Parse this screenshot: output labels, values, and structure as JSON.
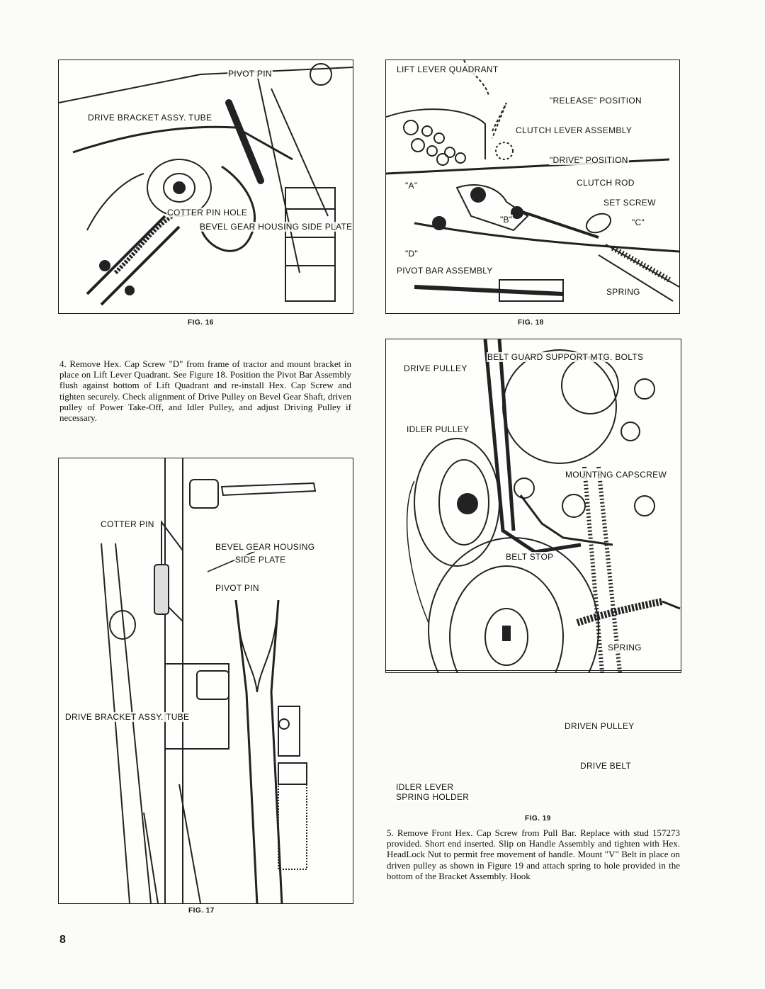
{
  "figures": {
    "fig16": {
      "caption": "FIG. 16",
      "labels": {
        "pivot_pin": "PIVOT PIN",
        "drive_bracket": "DRIVE BRACKET ASSY. TUBE",
        "cotter_pin_hole": "COTTER PIN HOLE",
        "bevel_gear": "BEVEL GEAR HOUSING SIDE PLATE"
      }
    },
    "fig17": {
      "caption": "FIG. 17",
      "labels": {
        "cotter_pin": "COTTER PIN",
        "bevel_gear_1": "BEVEL GEAR HOUSING",
        "bevel_gear_2": "SIDE PLATE",
        "pivot_pin": "PIVOT PIN",
        "drive_bracket": "DRIVE BRACKET ASSY. TUBE"
      }
    },
    "fig18": {
      "caption": "FIG. 18",
      "labels": {
        "lift_lever": "LIFT LEVER QUADRANT",
        "release": "\"RELEASE\" POSITION",
        "clutch_lever": "CLUTCH LEVER ASSEMBLY",
        "drive_position": "\"DRIVE\"  POSITION",
        "clutch_rod": "CLUTCH ROD",
        "a": "\"A\"",
        "set_screw": "SET SCREW",
        "b": "\"B\"",
        "c": "\"C\"",
        "d": "\"D\"",
        "pivot_bar": "PIVOT BAR ASSEMBLY",
        "spring": "SPRING"
      }
    },
    "fig19": {
      "caption": "FIG. 19",
      "labels": {
        "belt_guard": "BELT GUARD SUPPORT MTG. BOLTS",
        "drive_pulley": "DRIVE PULLEY",
        "idler_pulley": "IDLER PULLEY",
        "mounting_capscrew": "MOUNTING CAPSCREW",
        "belt_stop": "BELT STOP",
        "spring": "SPRING",
        "driven_pulley": "DRIVEN PULLEY",
        "drive_belt": "DRIVE BELT",
        "idler_lever_1": "IDLER LEVER",
        "idler_lever_2": "SPRING HOLDER"
      }
    }
  },
  "text": {
    "step4": "4.  Remove Hex. Cap Screw \"D\" from frame of tractor and mount bracket in place on Lift Lever Quadrant. See Figure 18. Position the Pivot Bar Assembly flush against bottom of Lift Quadrant and re-install Hex. Cap Screw and tighten securely. Check alignment of Drive Pulley on Bevel Gear Shaft, driven pulley of Power Take-Off, and Idler Pulley, and adjust Driving Pulley if necessary.",
    "step5": "5.  Remove Front Hex. Cap Screw from Pull Bar. Replace with stud 157273 provided. Short end inserted. Slip on Handle Assembly and tighten with Hex. HeadLock Nut to permit free movement of handle. Mount \"V\" Belt in place on driven pulley as shown in Figure 19 and attach spring to hole provided in the bottom of the Bracket Assembly. Hook"
  },
  "page_number": "8"
}
